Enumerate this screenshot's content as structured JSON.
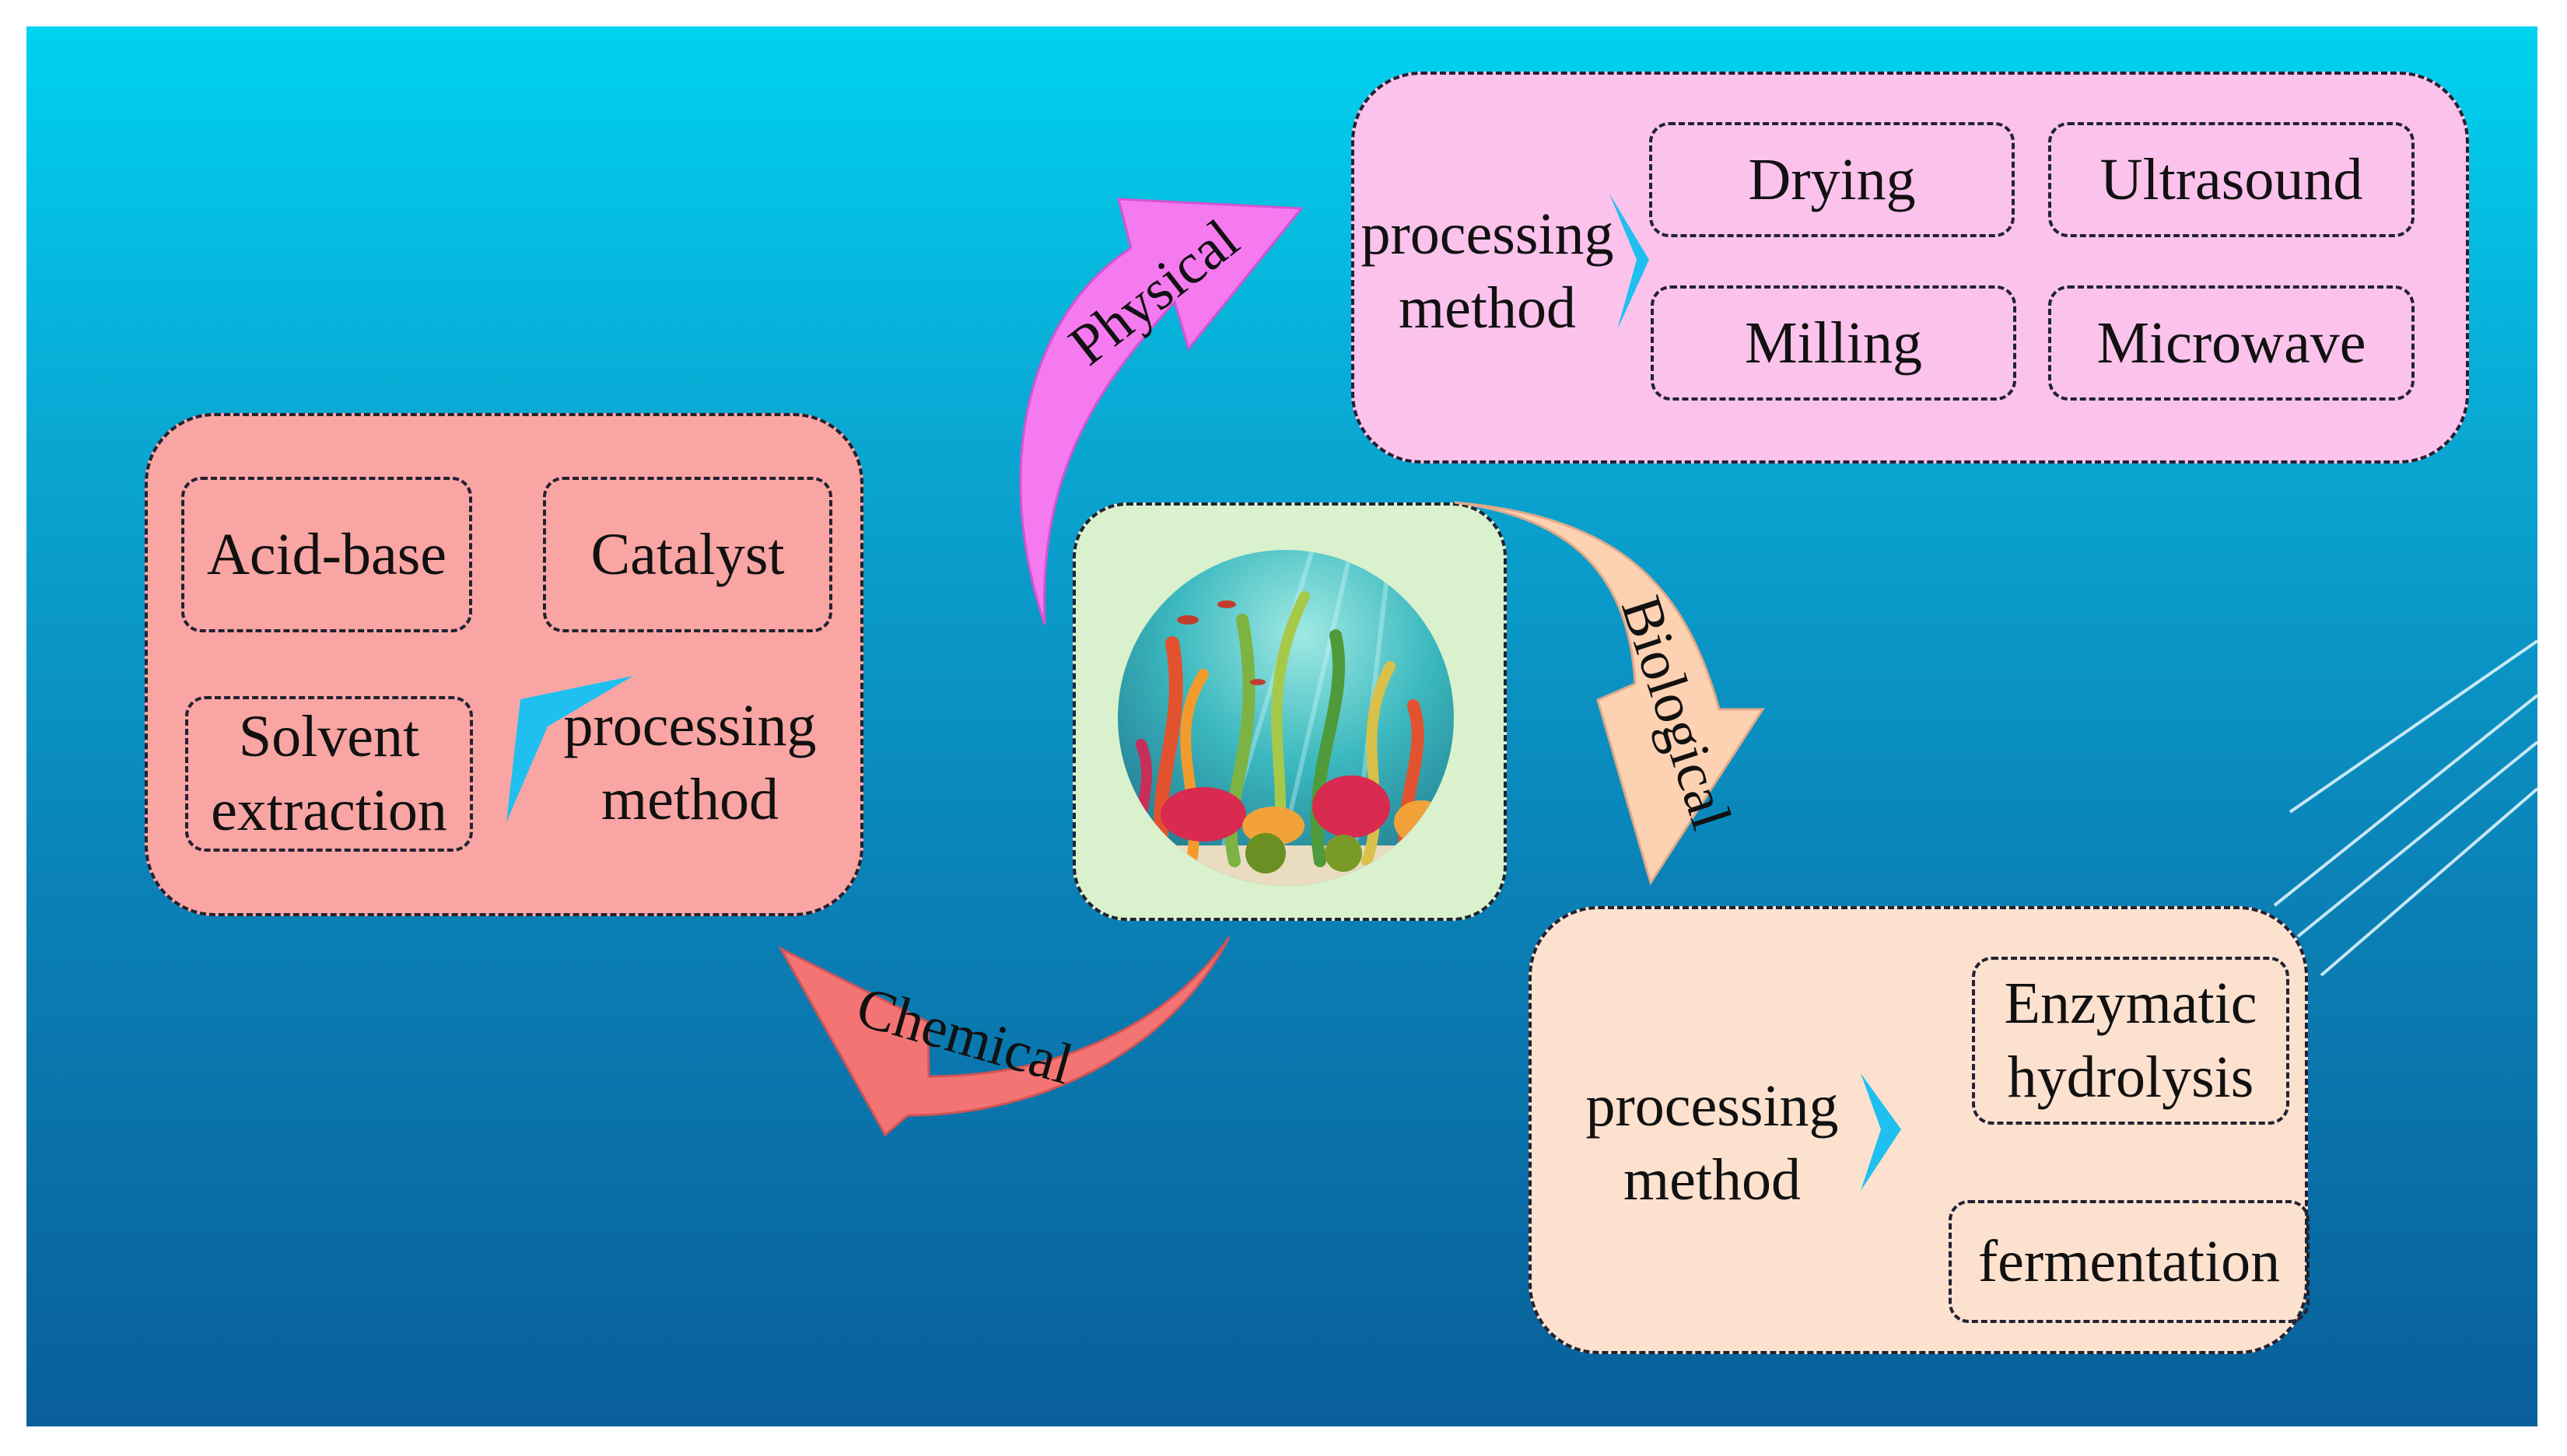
{
  "routes": {
    "physical": {
      "arrow_label": "Physical",
      "heading": "processing method",
      "methods": [
        "Drying",
        "Ultrasound",
        "Milling",
        "Microwave"
      ]
    },
    "chemical": {
      "arrow_label": "Chemical",
      "heading": "processing method",
      "methods": [
        "Acid-base",
        "Catalyst",
        "Solvent extraction"
      ]
    },
    "biological": {
      "arrow_label": "Biological",
      "heading": "processing method",
      "methods": [
        "Enzymatic hydrolysis",
        "fermentation"
      ]
    }
  },
  "colors": {
    "background_top": "#00d2ef",
    "background_bottom": "#095f99",
    "physical": "#fbc2ec",
    "physical_arrow": "#f57af0",
    "chemical": "#f9a5a3",
    "chemical_arrow": "#f47474",
    "biological": "#fde1cf",
    "biological_arrow": "#fdd2b3",
    "center": "#d9f1cc",
    "chevron": "#1fc0ef"
  },
  "icons": {
    "center": "aquatic-seaweed-scene"
  }
}
